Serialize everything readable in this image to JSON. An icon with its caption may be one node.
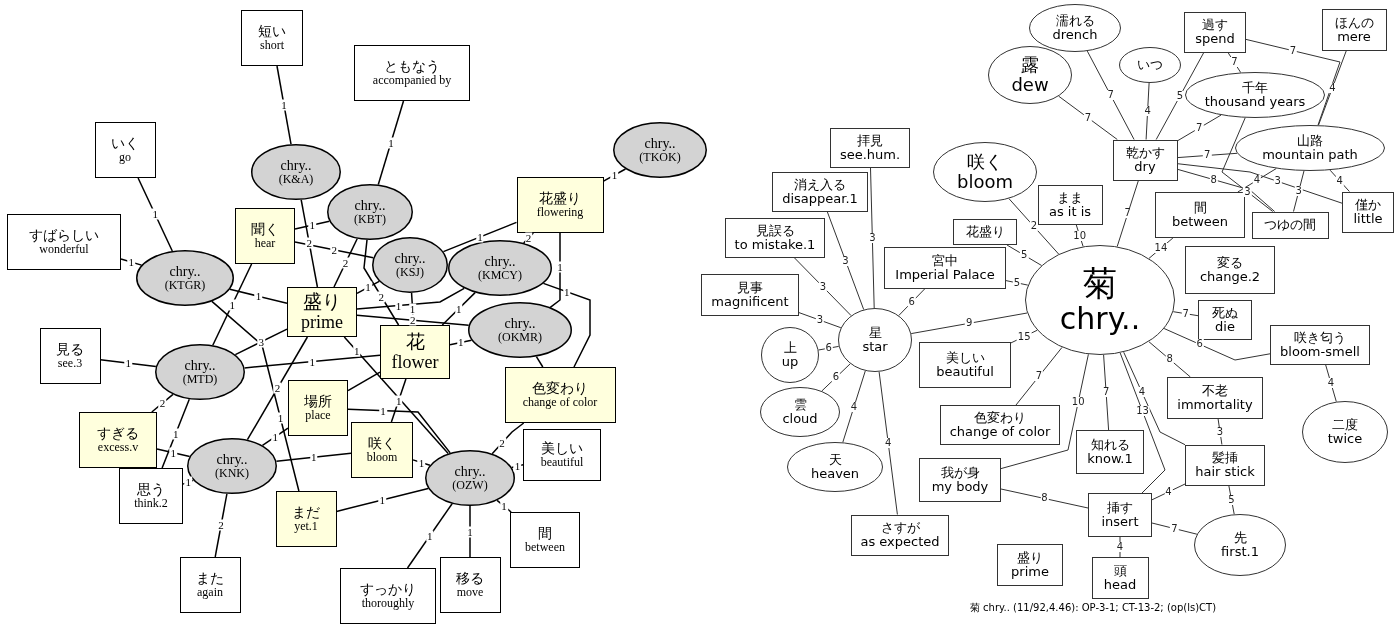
{
  "diagram": {
    "caption": "菊 chry.. (11/92,4.46): OP-3-1; CT-13-2; (op(ls)CT)",
    "nodes": [
      {
        "text": [
          "短い",
          "short"
        ]
      },
      {
        "text": [
          "ともなう",
          "accompanied by"
        ]
      },
      {
        "text": [
          "いく",
          "go"
        ]
      },
      {
        "text": [
          "chry..",
          "(TKOK)"
        ]
      },
      {
        "text": [
          "chry..",
          "(K&A)"
        ]
      },
      {
        "text": [
          "chry..",
          "(KBT)"
        ]
      },
      {
        "text": [
          "すばらしい",
          "wonderful"
        ]
      },
      {
        "text": [
          "聞く",
          "hear"
        ]
      },
      {
        "text": [
          "花盛り",
          "flowering"
        ]
      },
      {
        "text": [
          "chry..",
          "(KTGR)"
        ]
      },
      {
        "text": [
          "chry..",
          "(KSJ)"
        ]
      },
      {
        "text": [
          "chry..",
          "(KMCY)"
        ]
      },
      {
        "text": [
          "盛り",
          "prime"
        ]
      },
      {
        "text": [
          "chry..",
          "(OKMR)"
        ]
      },
      {
        "text": [
          "見る",
          "see.3"
        ]
      },
      {
        "text": [
          "chry..",
          "(MTD)"
        ]
      },
      {
        "text": [
          "花",
          "flower"
        ]
      },
      {
        "text": [
          "色変わり",
          "change of color"
        ]
      },
      {
        "text": [
          "場所",
          "place"
        ]
      },
      {
        "text": [
          "すぎる",
          "excess.v"
        ]
      },
      {
        "text": [
          "咲く",
          "bloom"
        ]
      },
      {
        "text": [
          "chry..",
          "(KNK)"
        ]
      },
      {
        "text": [
          "chry..",
          "(OZW)"
        ]
      },
      {
        "text": [
          "美しい",
          "beautiful"
        ]
      },
      {
        "text": [
          "思う",
          "think.2"
        ]
      },
      {
        "text": [
          "まだ",
          "yet.1"
        ]
      },
      {
        "text": [
          "間",
          "between"
        ]
      },
      {
        "text": [
          "また",
          "again"
        ]
      },
      {
        "text": [
          "すっかり",
          "thoroughly"
        ]
      },
      {
        "text": [
          "移る",
          "move"
        ]
      },
      {
        "text": [
          "露",
          "dew"
        ]
      },
      {
        "text": [
          "濡れる",
          "drench"
        ]
      },
      {
        "text": [
          "いつ"
        ]
      },
      {
        "text": [
          "過す",
          "spend"
        ]
      },
      {
        "text": [
          "ほんの",
          "mere"
        ]
      },
      {
        "text": [
          "千年",
          "thousand years"
        ]
      },
      {
        "text": [
          "山路",
          "mountain path"
        ]
      },
      {
        "text": [
          "乾かす",
          "dry"
        ]
      },
      {
        "text": [
          "僅か",
          "little"
        ]
      },
      {
        "text": [
          "つゆの間"
        ]
      },
      {
        "text": [
          "拝見",
          "see.hum."
        ]
      },
      {
        "text": [
          "消え入る",
          "disappear.1"
        ]
      },
      {
        "text": [
          "咲く",
          "bloom"
        ]
      },
      {
        "text": [
          "見誤る",
          "to mistake.1"
        ]
      },
      {
        "text": [
          "まま",
          "as it is"
        ]
      },
      {
        "text": [
          "間",
          "between"
        ]
      },
      {
        "text": [
          "花盛り"
        ]
      },
      {
        "text": [
          "見事",
          "magnificent"
        ]
      },
      {
        "text": [
          "宮中",
          "Imperial Palace"
        ]
      },
      {
        "text": [
          "菊",
          "chry.."
        ]
      },
      {
        "text": [
          "変る",
          "change.2"
        ]
      },
      {
        "text": [
          "星",
          "star"
        ]
      },
      {
        "text": [
          "死ぬ",
          "die"
        ]
      },
      {
        "text": [
          "上",
          "up"
        ]
      },
      {
        "text": [
          "美しい",
          "beautiful"
        ]
      },
      {
        "text": [
          "盛り",
          "prime"
        ]
      },
      {
        "text": [
          "不老",
          "immortality"
        ]
      },
      {
        "text": [
          "咲き匂う",
          "bloom-smell"
        ]
      },
      {
        "text": [
          "雲",
          "cloud"
        ]
      },
      {
        "text": [
          "色変わり",
          "change of color"
        ]
      },
      {
        "text": [
          "知れる",
          "know.1"
        ]
      },
      {
        "text": [
          "髪挿",
          "hair stick"
        ]
      },
      {
        "text": [
          "天",
          "heaven"
        ]
      },
      {
        "text": [
          "さすが",
          "as expected"
        ]
      },
      {
        "text": [
          "我が身",
          "my body"
        ]
      },
      {
        "text": [
          "挿す",
          "insert"
        ]
      },
      {
        "text": [
          "二度",
          "twice"
        ]
      },
      {
        "text": [
          "先",
          "first.1"
        ]
      },
      {
        "text": [
          "頭",
          "head"
        ]
      }
    ],
    "edges": [
      {
        "from": 0,
        "to": 4,
        "arrow": "none",
        "label": "1"
      },
      {
        "from": 1,
        "to": 5,
        "arrow": "none",
        "label": "1"
      },
      {
        "from": 2,
        "to": 9,
        "arrow": "none",
        "label": "1"
      },
      {
        "from": 6,
        "to": 9,
        "arrow": "none",
        "label": "1"
      },
      {
        "from": 3,
        "to": 8,
        "arrow": "none",
        "label": "1"
      },
      {
        "from": 4,
        "to": 12,
        "arrow": "none",
        "label": "2"
      },
      {
        "from": 7,
        "to": 5,
        "arrow": "none",
        "label": "1"
      },
      {
        "from": 7,
        "to": 10,
        "arrow": "none",
        "label": "2"
      },
      {
        "from": 5,
        "to": 12,
        "arrow": "none",
        "label": "2"
      },
      {
        "from": 5,
        "to": 16,
        "arrow": "none",
        "label": "2"
      },
      {
        "from": 9,
        "to": 12,
        "arrow": "none",
        "label": "1"
      },
      {
        "from": 9,
        "to": 25,
        "arrow": "none",
        "label": "1"
      },
      {
        "from": 7,
        "to": 15,
        "arrow": "none",
        "label": "1"
      },
      {
        "from": 8,
        "to": 10,
        "arrow": "none",
        "label": "1"
      },
      {
        "from": 8,
        "to": 11,
        "arrow": "none",
        "label": "2"
      },
      {
        "from": 8,
        "to": 13,
        "arrow": "none",
        "label": "1"
      },
      {
        "from": 12,
        "to": 10,
        "arrow": "none",
        "label": "1"
      },
      {
        "from": 12,
        "to": 11,
        "arrow": "none",
        "label": "1"
      },
      {
        "from": 12,
        "to": 13,
        "arrow": "none",
        "label": "2"
      },
      {
        "from": 12,
        "to": 15,
        "arrow": "none",
        "label": "3"
      },
      {
        "from": 12,
        "to": 21,
        "arrow": "none",
        "label": "2"
      },
      {
        "from": 12,
        "to": 22,
        "arrow": "none",
        "label": "1"
      },
      {
        "from": 16,
        "to": 15,
        "arrow": "none",
        "label": "1"
      },
      {
        "from": 16,
        "to": 18,
        "arrow": "none"
      },
      {
        "from": 16,
        "to": 13,
        "arrow": "none",
        "label": "1"
      },
      {
        "from": 16,
        "to": 10,
        "arrow": "none",
        "label": "1"
      },
      {
        "from": 16,
        "to": 11,
        "arrow": "none",
        "label": "1"
      },
      {
        "from": 16,
        "to": 20,
        "arrow": "none",
        "label": "1"
      },
      {
        "from": 17,
        "to": 11,
        "arrow": "none",
        "label": "1"
      },
      {
        "from": 17,
        "to": 13,
        "arrow": "none"
      },
      {
        "from": 17,
        "to": 22,
        "arrow": "none",
        "label": "2"
      },
      {
        "from": 15,
        "to": 14,
        "arrow": "none",
        "label": "1"
      },
      {
        "from": 15,
        "to": 19,
        "arrow": "none",
        "label": "2"
      },
      {
        "from": 15,
        "to": 24,
        "arrow": "none",
        "label": "1"
      },
      {
        "from": 18,
        "to": 21,
        "arrow": "none",
        "label": "1"
      },
      {
        "from": 18,
        "to": 22,
        "arrow": "none",
        "label": "1"
      },
      {
        "from": 19,
        "to": 21,
        "arrow": "none",
        "label": "1"
      },
      {
        "from": 24,
        "to": 21,
        "arrow": "none",
        "label": "1"
      },
      {
        "from": 21,
        "to": 20,
        "arrow": "none",
        "label": "1"
      },
      {
        "from": 21,
        "to": 27,
        "arrow": "none",
        "label": "2"
      },
      {
        "from": 25,
        "to": 22,
        "arrow": "none",
        "label": "1"
      },
      {
        "from": 22,
        "to": 23,
        "arrow": "none",
        "label": "1"
      },
      {
        "from": 22,
        "to": 26,
        "arrow": "none",
        "label": "1"
      },
      {
        "from": 22,
        "to": 29,
        "arrow": "none",
        "label": "1"
      },
      {
        "from": 22,
        "to": 28,
        "arrow": "none",
        "label": "1"
      },
      {
        "from": 20,
        "to": 22,
        "arrow": "none",
        "label": "1"
      },
      {
        "from": 30,
        "to": 37,
        "arrow": "none",
        "label": "7"
      },
      {
        "from": 31,
        "to": 37,
        "arrow": "none",
        "label": "7"
      },
      {
        "from": 32,
        "to": 37,
        "arrow": "none",
        "label": "4"
      },
      {
        "from": 33,
        "to": 37,
        "arrow": "none",
        "label": "5"
      },
      {
        "from": 33,
        "to": 35,
        "arrow": "none",
        "label": "7"
      },
      {
        "from": 33,
        "to": 36,
        "arrow": "none",
        "label": "7"
      },
      {
        "from": 34,
        "to": 36,
        "arrow": "none",
        "label": "4"
      },
      {
        "from": 35,
        "to": 37,
        "arrow": "none",
        "label": "7"
      },
      {
        "from": 36,
        "to": 37,
        "arrow": "none",
        "label": "7"
      },
      {
        "from": 35,
        "to": 39,
        "arrow": "none",
        "label": "3"
      },
      {
        "from": 36,
        "to": 39,
        "arrow": "none",
        "label": "3"
      },
      {
        "from": 36,
        "to": 38,
        "arrow": "none",
        "label": "4"
      },
      {
        "from": 37,
        "to": 38,
        "arrow": "none",
        "label": "3"
      },
      {
        "from": 37,
        "to": 39,
        "arrow": "none",
        "label": "8"
      },
      {
        "from": 36,
        "to": 45,
        "arrow": "none",
        "label": "4"
      },
      {
        "from": 37,
        "to": 49,
        "arrow": "none",
        "label": "7"
      },
      {
        "from": 40,
        "to": 51,
        "arrow": "none",
        "label": "3"
      },
      {
        "from": 41,
        "to": 51,
        "arrow": "none",
        "label": "3"
      },
      {
        "from": 43,
        "to": 51,
        "arrow": "none",
        "label": "3"
      },
      {
        "from": 47,
        "to": 51,
        "arrow": "none",
        "label": "3"
      },
      {
        "from": 53,
        "to": 51,
        "arrow": "none",
        "label": "6"
      },
      {
        "from": 58,
        "to": 51,
        "arrow": "none",
        "label": "6"
      },
      {
        "from": 62,
        "to": 51,
        "arrow": "none",
        "label": "4"
      },
      {
        "from": 63,
        "to": 51,
        "arrow": "none",
        "label": "4"
      },
      {
        "from": 48,
        "to": 51,
        "arrow": "none",
        "label": "6"
      },
      {
        "from": 51,
        "to": 49,
        "arrow": "none",
        "label": "9"
      },
      {
        "from": 48,
        "to": 49,
        "arrow": "none",
        "label": "5"
      },
      {
        "from": 42,
        "to": 49,
        "arrow": "none",
        "label": "2"
      },
      {
        "from": 46,
        "to": 49,
        "arrow": "none",
        "label": "5"
      },
      {
        "from": 44,
        "to": 49,
        "arrow": "none",
        "label": "10"
      },
      {
        "from": 45,
        "to": 49,
        "arrow": "none",
        "label": "14"
      },
      {
        "from": 52,
        "to": 49,
        "arrow": "none",
        "label": "7"
      },
      {
        "from": 57,
        "to": 49,
        "arrow": "none",
        "label": "6"
      },
      {
        "from": 54,
        "to": 49,
        "arrow": "none",
        "label": "15"
      },
      {
        "from": 59,
        "to": 49,
        "arrow": "none",
        "label": "7"
      },
      {
        "from": 64,
        "to": 49,
        "arrow": "none",
        "label": "10"
      },
      {
        "from": 60,
        "to": 49,
        "arrow": "none",
        "label": "7"
      },
      {
        "from": 56,
        "to": 49,
        "arrow": "none",
        "label": "8"
      },
      {
        "from": 61,
        "to": 49,
        "arrow": "none",
        "label": "4"
      },
      {
        "from": 65,
        "to": 49,
        "arrow": "none",
        "label": "13"
      },
      {
        "from": 65,
        "to": 68,
        "arrow": "none",
        "label": "4"
      },
      {
        "from": 65,
        "to": 67,
        "arrow": "none",
        "label": "7"
      },
      {
        "from": 65,
        "to": 64,
        "arrow": "none",
        "label": "8"
      },
      {
        "from": 61,
        "to": 67,
        "arrow": "none",
        "label": "5"
      },
      {
        "from": 65,
        "to": 61,
        "arrow": "none",
        "label": "4"
      },
      {
        "from": 57,
        "to": 66,
        "arrow": "none",
        "label": "4"
      },
      {
        "from": 61,
        "to": 56,
        "arrow": "none",
        "label": "3"
      }
    ]
  }
}
